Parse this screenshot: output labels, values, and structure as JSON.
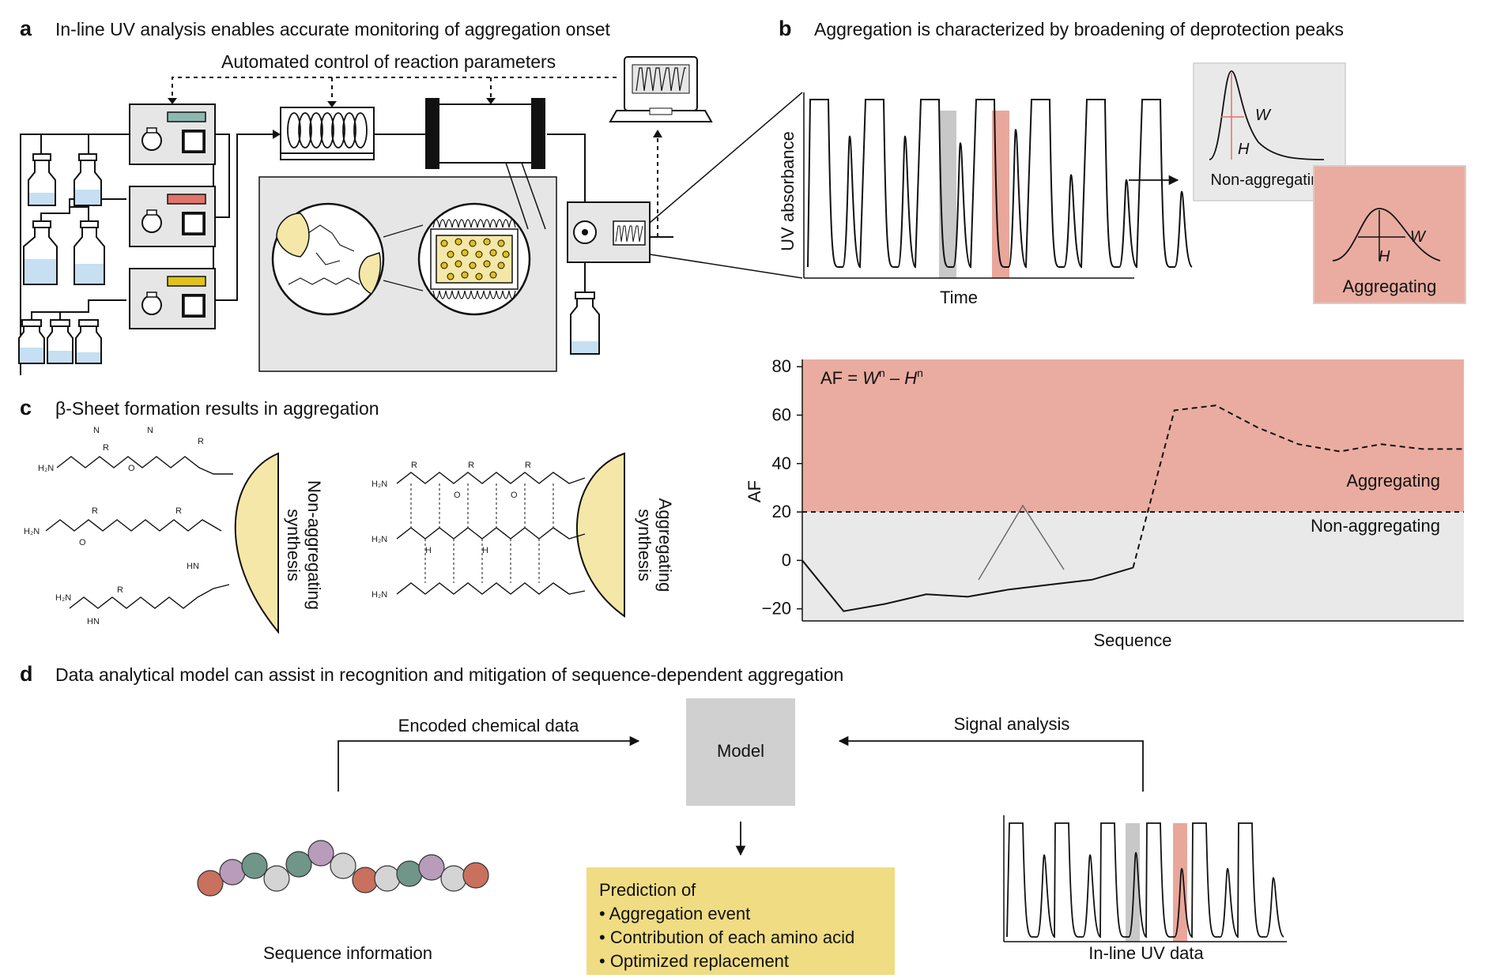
{
  "panel_a": {
    "letter": "a",
    "title": "In-line UV analysis enables accurate monitoring of aggregation onset",
    "control_label": "Automated control of reaction parameters",
    "colors": {
      "pump1": "#8cb8b0",
      "pump2": "#e0736a",
      "pump3": "#e0c21a",
      "shade": "#e6e6e6",
      "resin": "#f5e7a8",
      "liquid": "#c6dff2"
    }
  },
  "panel_b": {
    "letter": "b",
    "title": "Aggregation is characterized by broadening of deprotection peaks",
    "ylabel": "UV absorbance",
    "xlabel": "Time",
    "inset_non": {
      "label": "Non-aggregating",
      "w": "W",
      "h": "H"
    },
    "inset_agg": {
      "label": "Aggregating",
      "w": "W",
      "h": "H"
    },
    "colors": {
      "highlight_gray": "#c8c8c8",
      "highlight_red": "#e9a79c",
      "agg_fill": "#eaaca0",
      "non_fill": "#e9e9e9"
    }
  },
  "panel_af": {
    "formula_prefix": "AF = ",
    "w": "W",
    "h": "H",
    "exp": "n",
    "minus": " – ",
    "ylabel": "AF",
    "xlabel": "Sequence",
    "zone_agg": "Aggregating",
    "zone_non": "Non-aggregating",
    "yticks": [
      "80",
      "60",
      "40",
      "20",
      "0",
      "−20"
    ]
  },
  "chart_data": {
    "type": "line",
    "ylabel": "AF",
    "xlabel": "Sequence",
    "ylim": [
      -25,
      83
    ],
    "threshold": 20,
    "series": [
      {
        "x": [
          0,
          1,
          2,
          3,
          4,
          5,
          6,
          7,
          8,
          9,
          10,
          11,
          12,
          13,
          14,
          15,
          16
        ],
        "y": [
          0,
          -21,
          -18,
          -14,
          -15,
          -12,
          -10,
          -8,
          -3,
          62,
          64,
          55,
          48,
          45,
          48,
          46,
          46
        ]
      }
    ]
  },
  "panel_c": {
    "letter": "c",
    "title": "β-Sheet formation results in aggregation",
    "label_left": [
      "Non-aggregating",
      "synthesis"
    ],
    "label_right": [
      "Aggregating",
      "synthesis"
    ],
    "chem": {
      "h2n": "H₂N",
      "r": "R",
      "n": "N",
      "h": "H",
      "o": "O",
      "hn": "HN"
    }
  },
  "panel_d": {
    "letter": "d",
    "title": "Data analytical model can assist in recognition and mitigation of sequence-dependent aggregation",
    "arrow_left_label": "Encoded chemical data",
    "arrow_right_label": "Signal analysis",
    "model_label": "Model",
    "sequence_label": "Sequence information",
    "uv_label": "In-line UV data",
    "prediction_title": "Prediction of",
    "prediction_items": [
      "• Aggregation event",
      "• Contribution of each amino acid",
      "• Optimized replacement"
    ],
    "bead_colors": [
      "#c9705e",
      "#b99bbb",
      "#6f9688",
      "#d4d4d4",
      "#6f9688",
      "#b99bbb",
      "#d4d4d4",
      "#c9705e",
      "#d4d4d4",
      "#6f9688",
      "#b99bbb",
      "#d4d4d4",
      "#c9705e"
    ],
    "colors": {
      "model_box": "#d0d0d0",
      "prediction_box": "#f0dc82"
    }
  }
}
